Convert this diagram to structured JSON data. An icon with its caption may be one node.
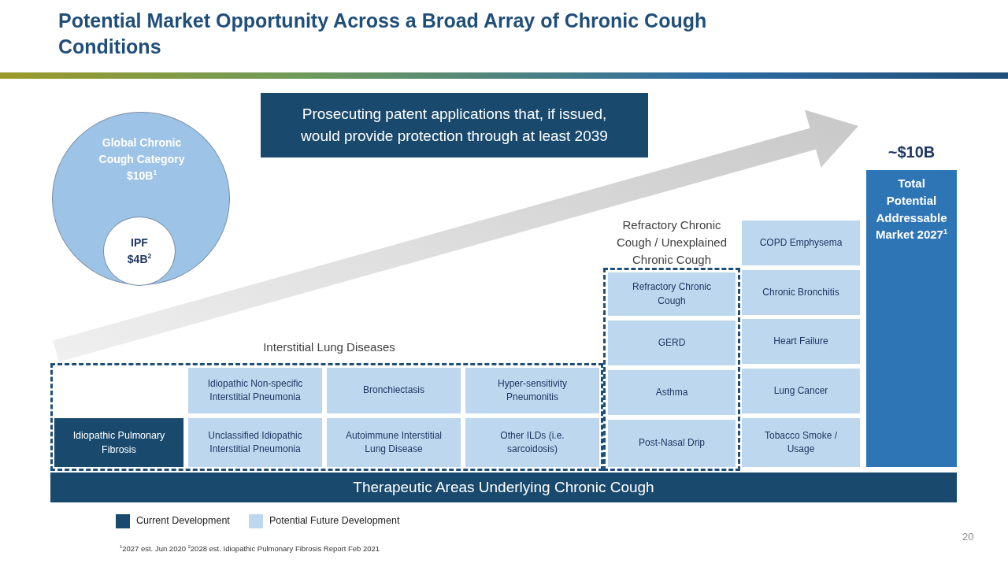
{
  "diagram": {
    "title": "Potential Market Opportunity Across a Broad Array of Chronic Cough Conditions",
    "nodes": [
      {
        "text": [
          "Global Chronic Cough Category $10B$^{1}$"
        ]
      },
      {
        "text": [
          "IPF $4B$^{2}$"
        ],
        "in": 0
      },
      {
        "text": [
          "Prosecuting patent applications that, if issued, would provide protection through at least 2039"
        ]
      },
      {
        "text": [
          "Interstitial Lung Diseases"
        ]
      },
      {
        "text": [
          "Idiopathic Non-specific Interstitial Pneumonia"
        ],
        "in": 3
      },
      {
        "text": [
          "Bronchiectasis"
        ],
        "in": 3
      },
      {
        "text": [
          "Hyper-sensitivity Pneumonitis"
        ],
        "in": 3
      },
      {
        "text": [
          "Idiopathic Pulmonary Fibrosis"
        ],
        "in": 3
      },
      {
        "text": [
          "Unclassified Idiopathic Interstitial Pneumonia"
        ],
        "in": 3
      },
      {
        "text": [
          "Autoimmune Interstitial Lung Disease"
        ],
        "in": 3
      },
      {
        "text": [
          "Other ILDs (i.e. sarcoidosis)"
        ],
        "in": 3
      },
      {
        "text": [
          "Refractory Chronic Cough / Unexplained Chronic Cough"
        ]
      },
      {
        "text": [
          "Refractory Chronic Cough"
        ],
        "in": 11
      },
      {
        "text": [
          "GERD"
        ],
        "in": 11
      },
      {
        "text": [
          "Asthma"
        ],
        "in": 11
      },
      {
        "text": [
          "Post-Nasal Drip"
        ],
        "in": 11
      },
      {
        "text": [
          "COPD Emphysema"
        ]
      },
      {
        "text": [
          "Chronic Bronchitis"
        ]
      },
      {
        "text": [
          "Heart Failure"
        ]
      },
      {
        "text": [
          "Lung Cancer"
        ]
      },
      {
        "text": [
          "Tobacco Smoke / Usage"
        ]
      },
      {
        "text": [
          "Total Potential Addressable Market 2027$^{1}$"
        ],
        "beside": [
          "~$10B"
        ]
      },
      {
        "text": [
          "Therapeutic Areas Underlying Chronic Cough"
        ]
      }
    ],
    "edges": [
      {
        "from": null,
        "to": 21,
        "arrow": "to"
      }
    ],
    "labels": [
      "$^{1}$2027 est. Jun 2020 $^{2}$2028 est. Idiopathic Pulmonary Fibrosis Report Feb 2021",
      "20"
    ],
    "legend": [
      {
        "text": "Current Development",
        "color": "#194a6e"
      },
      {
        "text": "Potential Future Development",
        "color": "#bdd7ee"
      }
    ]
  }
}
